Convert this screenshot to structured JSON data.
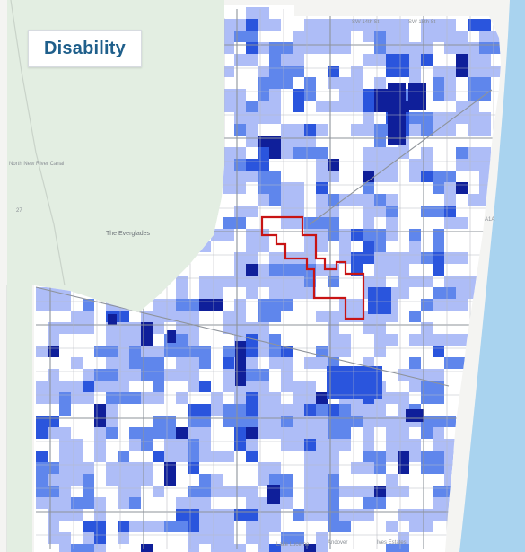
{
  "map": {
    "title": "Disability",
    "colors": {
      "everglades": "#e3eee2",
      "canal": "#c9d3c9",
      "ocean": "#a9d3ef",
      "outside": "#f4f4f2",
      "land": "#ffffff",
      "road": "#b8bcc2",
      "major_road": "#8e939a",
      "class_light": "#aebdf7",
      "class_medium": "#5f86ec",
      "class_strong": "#2a55dd",
      "class_darkest": "#0f1f9a",
      "highlight_outline": "#c81414"
    },
    "labels": {
      "everglades": "The Everglades",
      "north_new_river": "North New River Canal",
      "street_top_1": "SW 14th St",
      "street_top_2": "SW 18th St",
      "place_bottom_1": "Lake Lucerne",
      "place_bottom_2": "Andover",
      "place_bottom_3": "Ives Estates",
      "route_top_right": "A1A",
      "route_left": "27"
    }
  }
}
